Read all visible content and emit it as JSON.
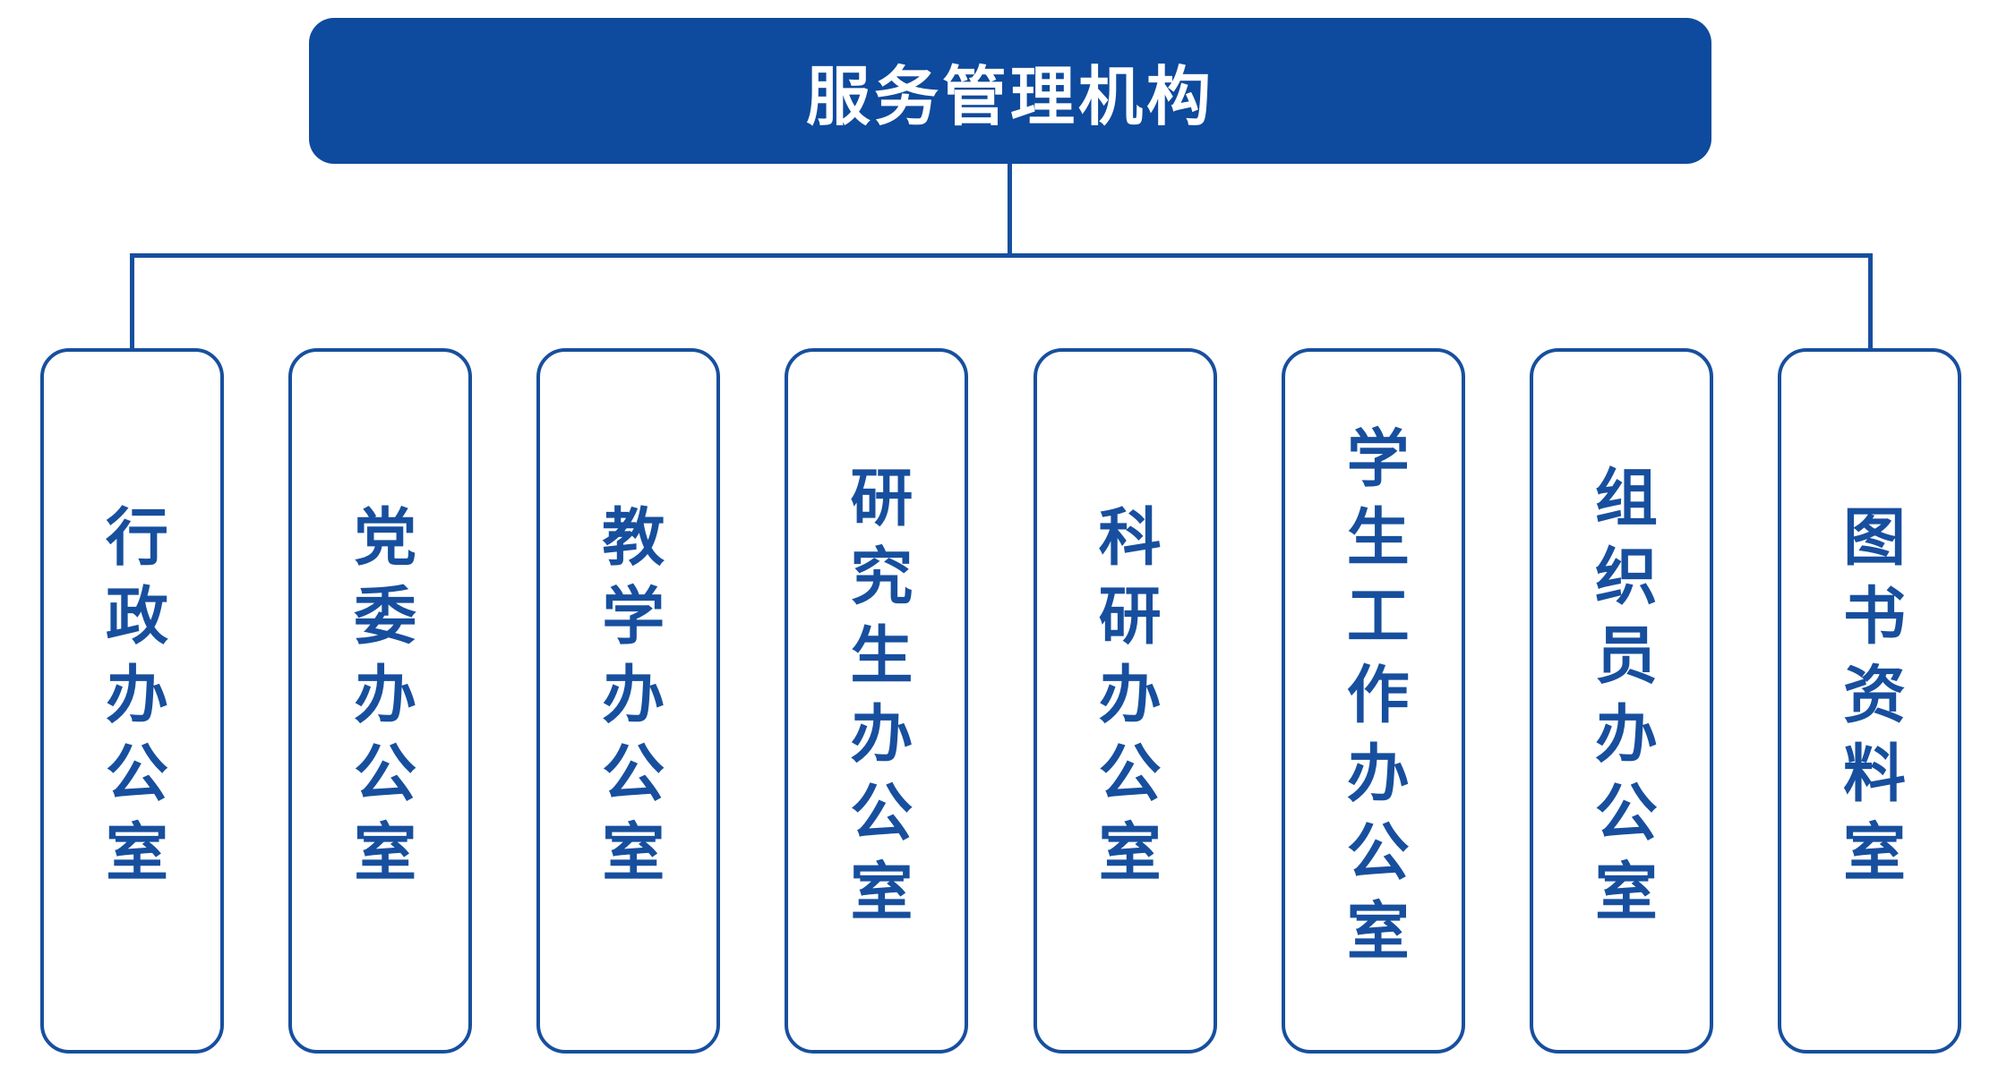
{
  "title": {
    "label": "服务管理机构"
  },
  "departments": [
    {
      "label": "行政办公室"
    },
    {
      "label": "党委办公室"
    },
    {
      "label": "教学办公室"
    },
    {
      "label": "研究生办公室"
    },
    {
      "label": "科研办公室"
    },
    {
      "label": "学生工作办公室"
    },
    {
      "label": "组织员办公室"
    },
    {
      "label": "图书资料室"
    }
  ],
  "colors": {
    "root_fill": "#0e4a9d",
    "line_and_border": "#174f9e",
    "root_text": "#ffffff",
    "department_text": "#174f9e",
    "background": "#ffffff"
  }
}
